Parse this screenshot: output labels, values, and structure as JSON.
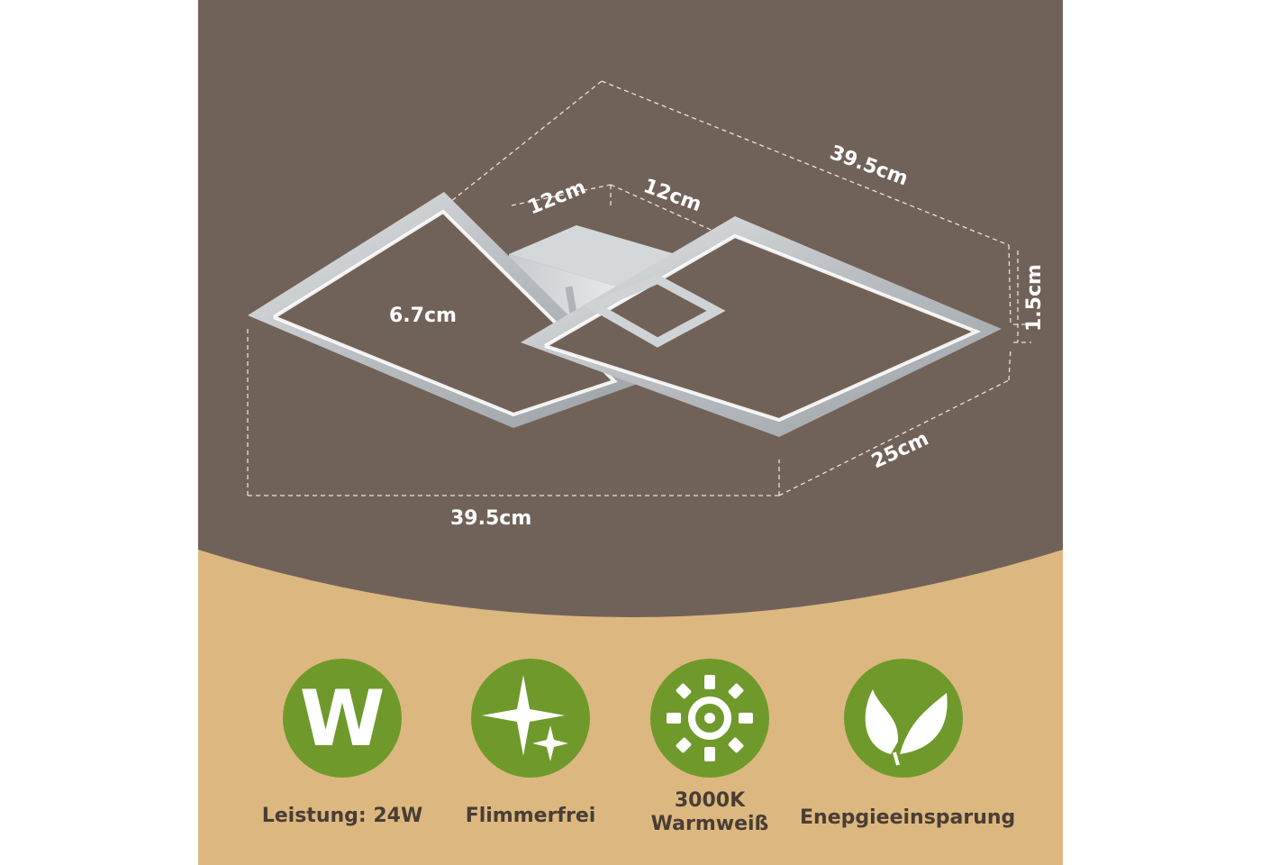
{
  "colors": {
    "top_background": "#716259",
    "bottom_background": "#dcb880",
    "badge": "#6f9a2b",
    "label_text": "#4a3d34",
    "dimension_text": "#ffffff"
  },
  "dimensions": {
    "top_depth": "39.5cm",
    "base_length": "12cm",
    "base_width": "12cm",
    "base_height": "6.7cm",
    "frame_thickness": "1.5cm",
    "side_depth": "25cm",
    "bottom_width": "39.5cm"
  },
  "features": [
    {
      "icon": "letter-w-icon",
      "glyph": "W",
      "label": "Leistung: 24W"
    },
    {
      "icon": "sparkle-icon",
      "label": "Flimmerfrei"
    },
    {
      "icon": "sun-icon",
      "label_line1": "3000K",
      "label_line2": "Warmweiß"
    },
    {
      "icon": "leaf-icon",
      "label": "Enepgieeinsparung"
    }
  ]
}
